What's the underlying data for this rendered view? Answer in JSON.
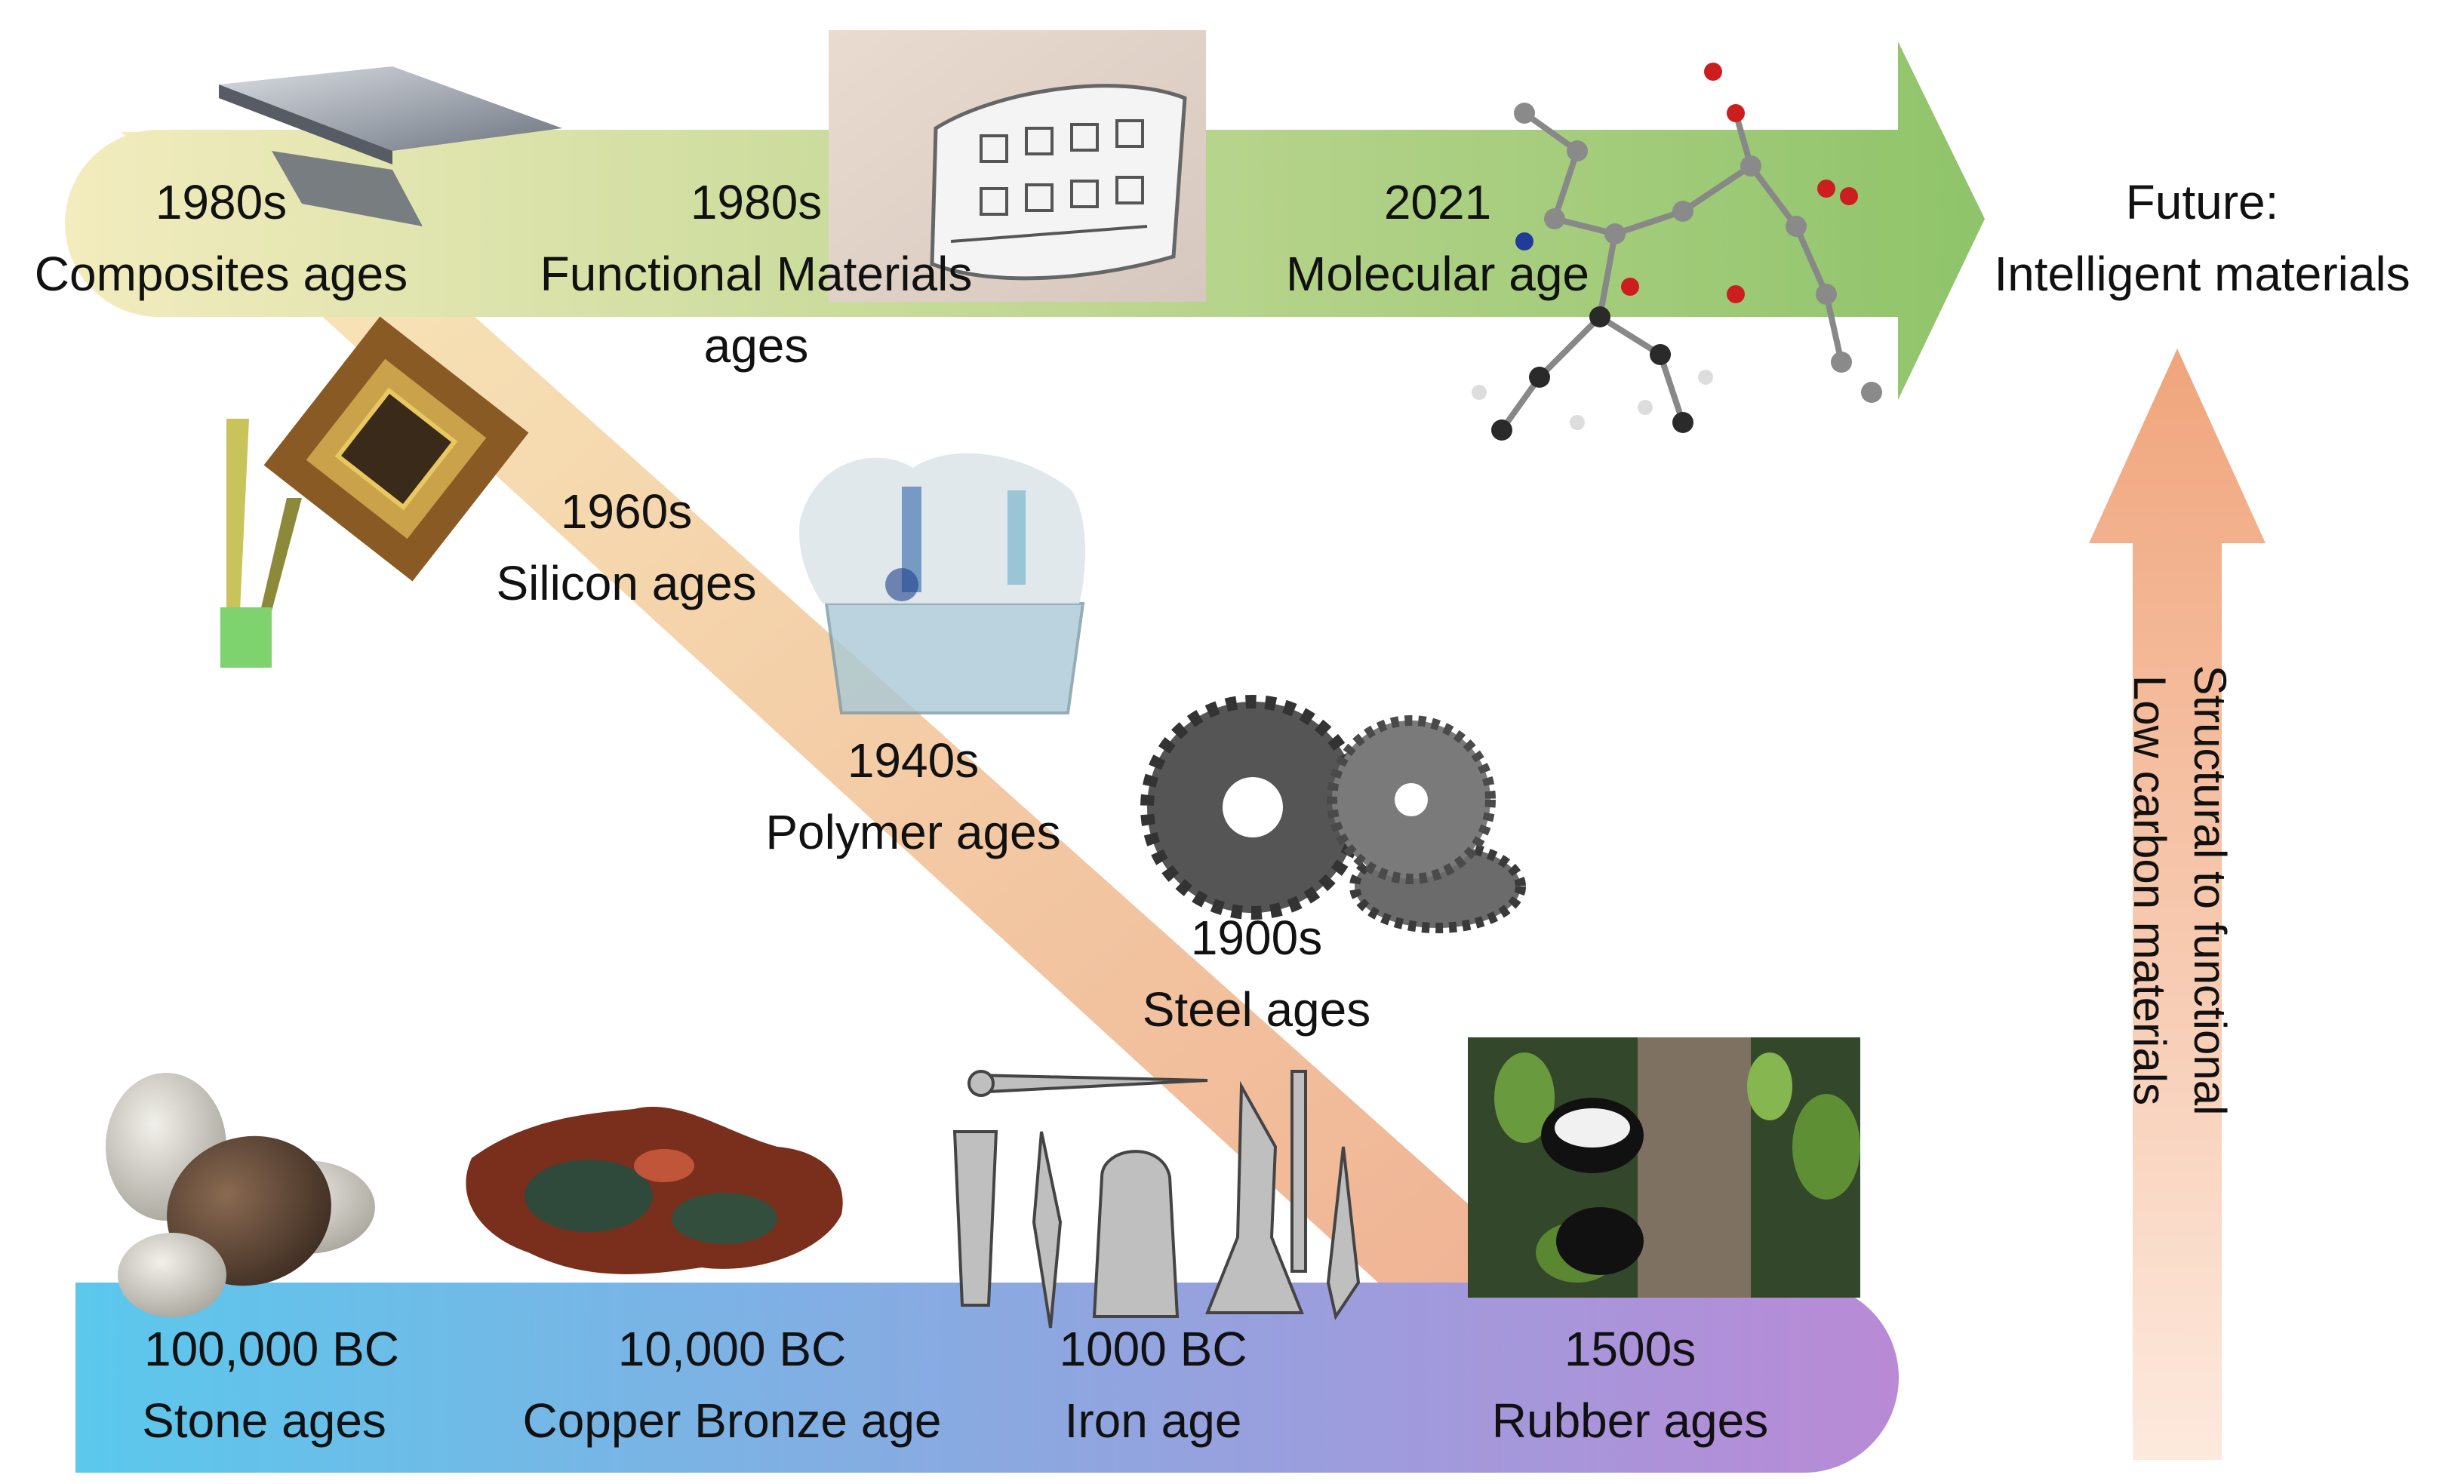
{
  "colors": {
    "bottom_band_start": "#5bc8ec",
    "bottom_band_end": "#b98ad6",
    "diagonal_start": "#f8e9b8",
    "diagonal_end": "#eea98a",
    "top_arrow_start": "#f3ecbe",
    "top_arrow_end": "#8fc46a",
    "vertical_arrow_top": "#f0a57c",
    "vertical_arrow_bottom": "#fde9dd"
  },
  "eras": {
    "stone": {
      "year": "100,000 BC",
      "name": "Stone ages"
    },
    "copper": {
      "year": "10,000 BC",
      "name": "Copper Bronze age"
    },
    "iron": {
      "year": "1000 BC",
      "name": "Iron age"
    },
    "rubber": {
      "year": "1500s",
      "name": "Rubber ages"
    },
    "steel": {
      "year": "1900s",
      "name": "Steel ages"
    },
    "polymer": {
      "year": "1940s",
      "name": "Polymer ages"
    },
    "silicon": {
      "year": "1960s",
      "name": "Silicon ages"
    },
    "composites": {
      "year": "1980s",
      "name": "Composites ages"
    },
    "functional": {
      "year": "1980s",
      "name_line1": "Functional Materials",
      "name_line2": "ages"
    },
    "molecular": {
      "year": "2021",
      "name": "Molecular age"
    }
  },
  "future": {
    "line1": "Future:",
    "line2": "Intelligent materials"
  },
  "trend": {
    "line1": "Structural to functional",
    "line2": "Low carbon materials"
  },
  "icons": [
    "stone-icon",
    "copper-ore-icon",
    "iron-tools-icon",
    "rubber-tree-icon",
    "gears-icon",
    "plastic-bottles-icon",
    "cpu-chip-icon",
    "composite-panel-icon",
    "flexible-circuit-icon",
    "molecule-icon"
  ]
}
